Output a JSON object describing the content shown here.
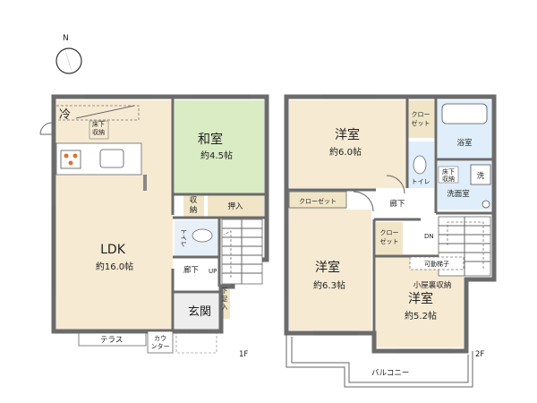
{
  "compass": {
    "north": "N"
  },
  "floor1": {
    "label": "1F",
    "ldk": {
      "name": "LDK",
      "area": "約16.0帖"
    },
    "washitsu": {
      "name": "和室",
      "area": "約4.5帖"
    },
    "fridge": "冷",
    "underfloor_storage": "床下\n収納",
    "storage": "収\n納",
    "oshiire": "押入",
    "toilet": "トイレ",
    "hallway": "廊下",
    "up": "UP",
    "entrance": "玄関",
    "shoe_storage": "下\n足\n入",
    "counter": "カウ\nンター",
    "terrace": "テラス"
  },
  "floor2": {
    "label": "2F",
    "room_a": {
      "name": "洋室",
      "area": "約6.0帖"
    },
    "room_b": {
      "name": "洋室",
      "area": "約6.3帖"
    },
    "room_c": {
      "name": "洋室",
      "area": "約5.2帖"
    },
    "closet_a": "クロー\nゼット",
    "closet_b": "クローゼット",
    "closet_c": "クロー\nゼット",
    "bathroom": "浴室",
    "laundry": "洗",
    "washroom": "洗面室",
    "underfloor_storage": "床下\n収納",
    "toilet": "トイレ",
    "hallway": "廊下",
    "dn": "DN",
    "ladder": "可動梯子",
    "attic_storage": "小屋裏収納",
    "balcony": "バルコニー"
  }
}
